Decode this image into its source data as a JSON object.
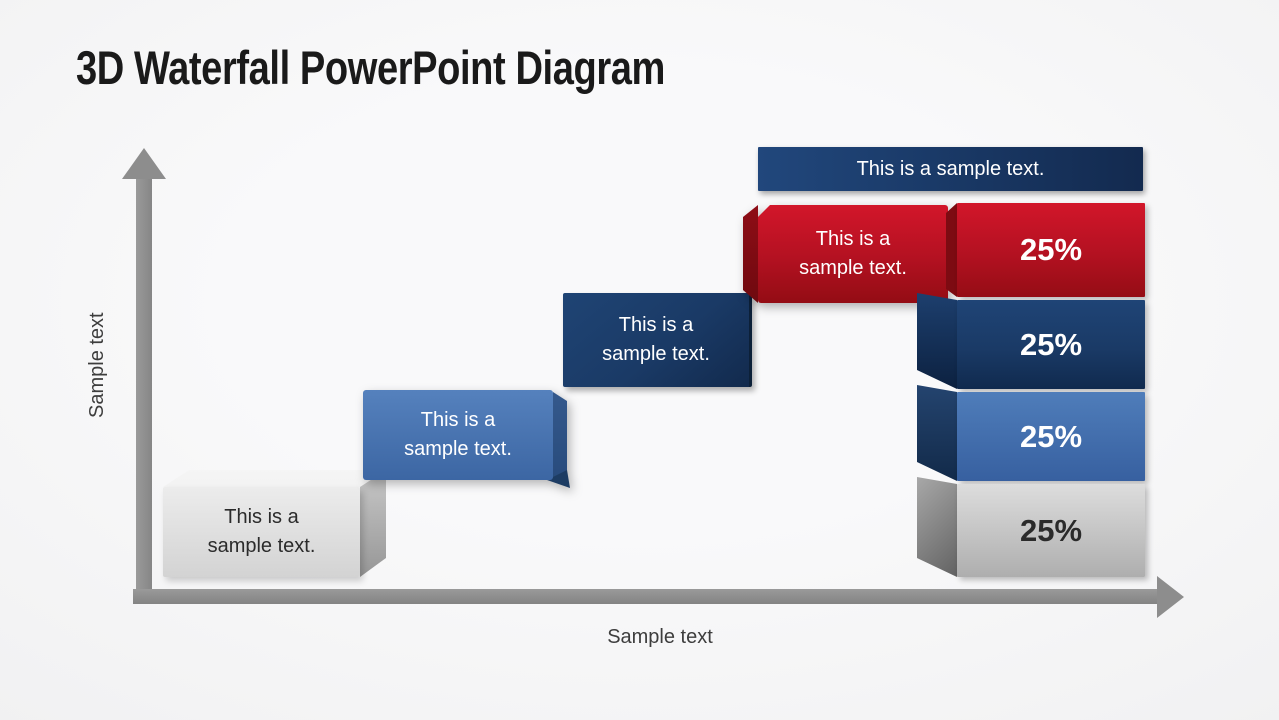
{
  "slide": {
    "title": "3D Waterfall PowerPoint Diagram"
  },
  "axes": {
    "y_label": "Sample text",
    "x_label": "Sample text",
    "arrow_color": "#8d8d8d",
    "label_color": "#3d3d3d"
  },
  "steps": [
    {
      "line1": "This is a",
      "line2": "sample text.",
      "color": "#d8d8d8",
      "text_color": "#2b2b2b"
    },
    {
      "line1": "This is a",
      "line2": "sample text.",
      "color": "#4a77b5",
      "text_color": "#ffffff"
    },
    {
      "line1": "This is a",
      "line2": "sample text.",
      "color": "#1b3a66",
      "text_color": "#ffffff"
    },
    {
      "line1": "This is a",
      "line2": "sample text.",
      "color": "#c01320",
      "text_color": "#ffffff"
    }
  ],
  "callout": {
    "label": "This is a sample text.",
    "color": "#1b3a66",
    "text_color": "#ffffff"
  },
  "column": {
    "segments": [
      {
        "value": "25%",
        "color": "#c01320",
        "text_color": "#ffffff"
      },
      {
        "value": "25%",
        "color": "#1b3a66",
        "text_color": "#ffffff"
      },
      {
        "value": "25%",
        "color": "#4a77b5",
        "text_color": "#ffffff"
      },
      {
        "value": "25%",
        "color": "#d8d8d8",
        "text_color": "#2b2b2b"
      }
    ]
  }
}
